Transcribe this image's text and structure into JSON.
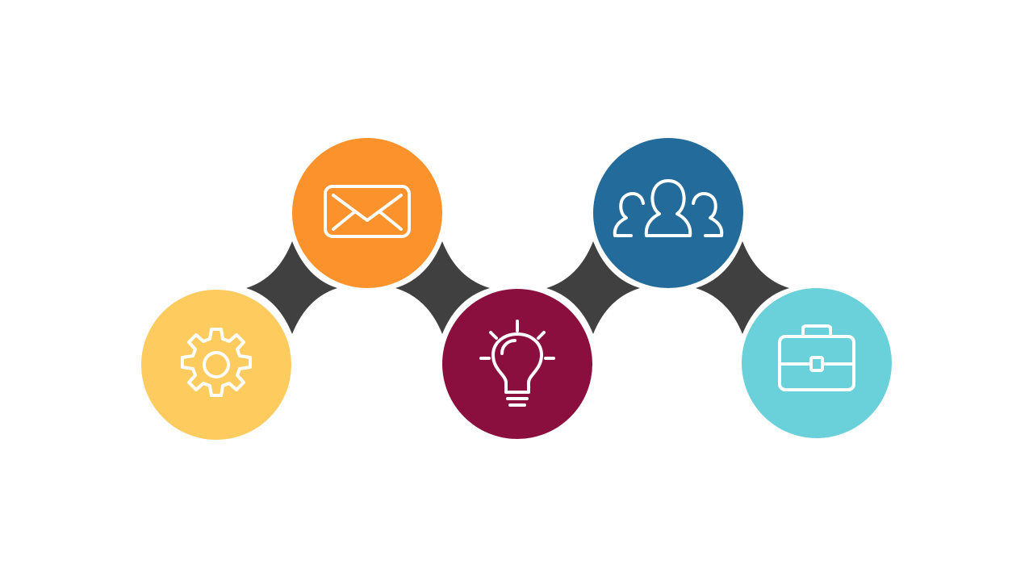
{
  "diagram": {
    "connector_color": "#404040",
    "icon_color": "#ffffff",
    "ring_color": "#ffffff",
    "nodes": [
      {
        "name": "settings-node",
        "icon": "gear-icon",
        "color": "#FECB5F"
      },
      {
        "name": "mail-node",
        "icon": "envelope-icon",
        "color": "#FB922B"
      },
      {
        "name": "idea-node",
        "icon": "lightbulb-icon",
        "color": "#8B0F3E"
      },
      {
        "name": "team-node",
        "icon": "users-icon",
        "color": "#226B9B"
      },
      {
        "name": "business-node",
        "icon": "briefcase-icon",
        "color": "#6AD1DB"
      }
    ]
  }
}
